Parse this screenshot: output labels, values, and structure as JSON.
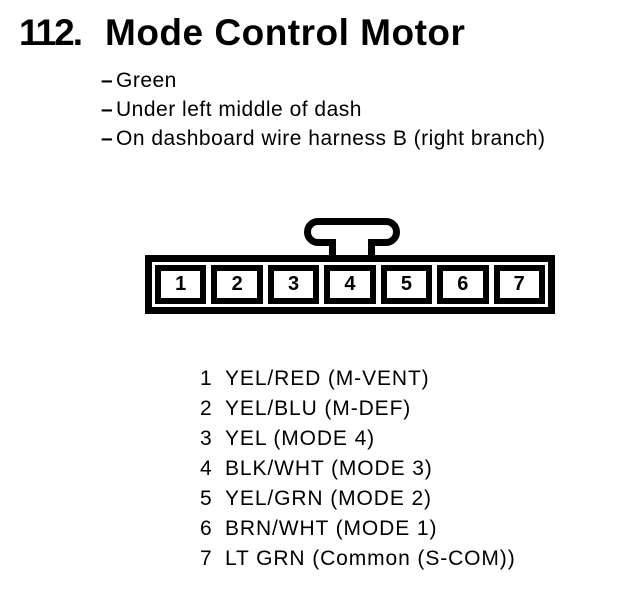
{
  "colors": {
    "ink": "#000000",
    "paper": "#ffffff"
  },
  "heading": {
    "number": "112.",
    "title": "Mode Control Motor"
  },
  "details": [
    {
      "bullet": "–",
      "text": "Green"
    },
    {
      "bullet": "–",
      "text": "Under left middle of dash"
    },
    {
      "bullet": "–",
      "text": "On dashboard wire harness B (right branch)"
    }
  ],
  "connector": {
    "pins": [
      "1",
      "2",
      "3",
      "4",
      "5",
      "6",
      "7"
    ]
  },
  "pinout": [
    {
      "pin": "1",
      "desc": "YEL/RED (M-VENT)"
    },
    {
      "pin": "2",
      "desc": "YEL/BLU (M-DEF)"
    },
    {
      "pin": "3",
      "desc": "YEL (MODE 4)"
    },
    {
      "pin": "4",
      "desc": "BLK/WHT (MODE 3)"
    },
    {
      "pin": "5",
      "desc": "YEL/GRN (MODE 2)"
    },
    {
      "pin": "6",
      "desc": "BRN/WHT (MODE 1)"
    },
    {
      "pin": "7",
      "desc": "LT GRN (Common (S-COM))"
    }
  ]
}
